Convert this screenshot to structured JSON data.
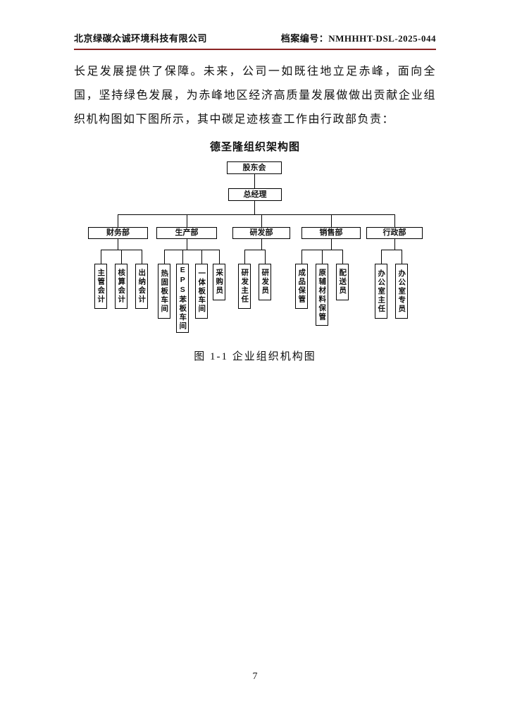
{
  "header": {
    "company": "北京绿碳众诚环境科技有限公司",
    "archive_label": "档案编号：",
    "archive_no": "NMHHHT-DSL-2025-044"
  },
  "body": {
    "paragraph": "长足发展提供了保障。未来，公司一如既往地立足赤峰，面向全国，坚持绿色发展，为赤峰地区经济高质量发展做做出贡献企业组织机构图如下图所示，其中碳足迹核查工作由行政部负责："
  },
  "orgchart": {
    "title": "德圣隆组织架构图",
    "root": "股东会",
    "manager": "总经理",
    "departments": [
      {
        "label": "财务部",
        "children": [
          "主管会计",
          "核算会计",
          "出纳会计"
        ]
      },
      {
        "label": "生产部",
        "children": [
          "热固板车间",
          "EPS苯板车间",
          "一体板车间",
          "采购员"
        ]
      },
      {
        "label": "研发部",
        "children": [
          "研发主任",
          "研发员"
        ]
      },
      {
        "label": "销售部",
        "children": [
          "成品保管",
          "原辅材料保管",
          "配送员"
        ]
      },
      {
        "label": "行政部",
        "children": [
          "办公室主任",
          "办公室专员"
        ]
      }
    ]
  },
  "caption": "图 1-1 企业组织机构图",
  "page_number": "7",
  "colors": {
    "header_line": "#8B2525",
    "box_border": "#000000"
  }
}
